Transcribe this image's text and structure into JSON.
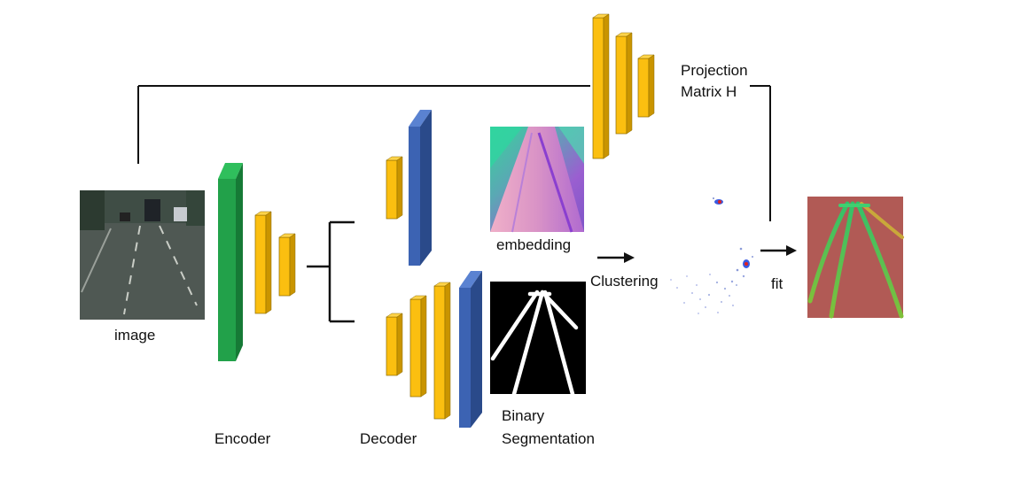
{
  "labels": {
    "image": "image",
    "encoder": "Encoder",
    "decoder": "Decoder",
    "embedding": "embedding",
    "binary_line1": "Binary",
    "binary_line2": "Segmentation",
    "clustering": "Clustering",
    "fit": "fit",
    "projection_line1": "Projection",
    "projection_line2": "Matrix H"
  },
  "colors": {
    "encoder_block": "#22a14a",
    "feature_block": "#fbbf10",
    "decoder_block": "#3c63b3",
    "connector": "#111111",
    "output_background": "#b15a55"
  }
}
